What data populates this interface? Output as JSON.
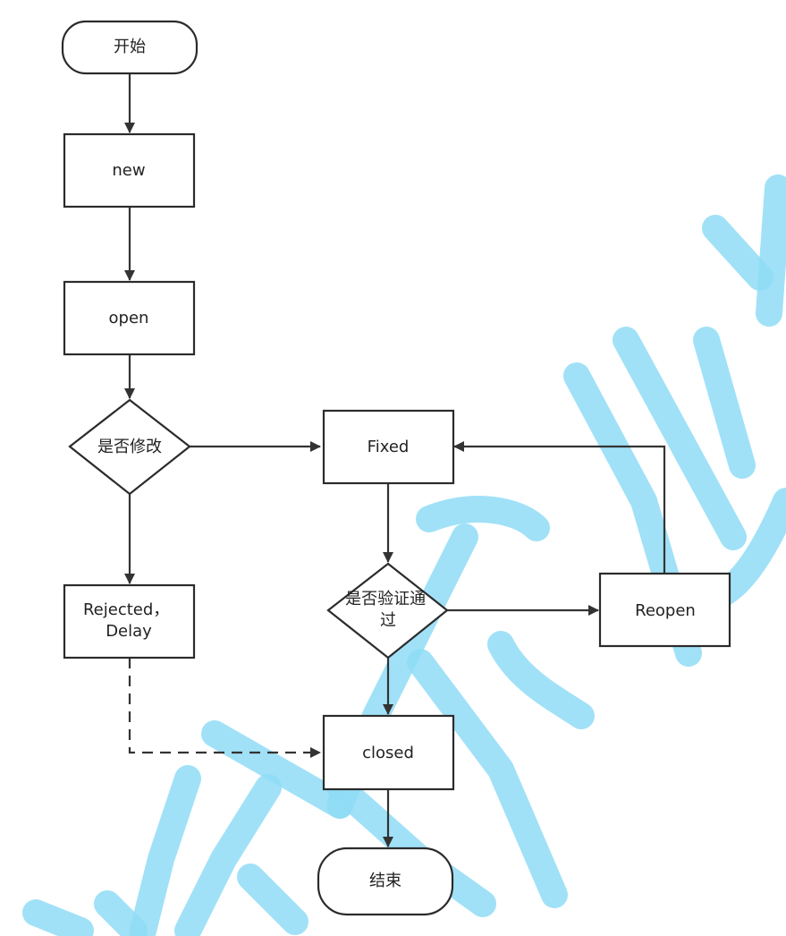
{
  "diagram": {
    "type": "flowchart",
    "colors": {
      "stroke": "#2b2b2b",
      "fill": "#ffffff",
      "text": "#222222",
      "watermark": "#8fdcf6"
    },
    "nodes": {
      "start": {
        "label": "开始",
        "shape": "terminal"
      },
      "new": {
        "label": "new",
        "shape": "process"
      },
      "open": {
        "label": "open",
        "shape": "process"
      },
      "decision_modify": {
        "label": "是否修改",
        "shape": "decision"
      },
      "fixed": {
        "label": "Fixed",
        "shape": "process"
      },
      "rejected": {
        "label_line1": "Rejected，",
        "label_line2": "Delay",
        "shape": "process"
      },
      "decision_verify": {
        "label_line1": "是否验证通",
        "label_line2": "过",
        "shape": "decision"
      },
      "reopen": {
        "label": "Reopen",
        "shape": "process"
      },
      "closed": {
        "label": "closed",
        "shape": "process"
      },
      "end": {
        "label": "结束",
        "shape": "terminal"
      }
    },
    "edges": [
      {
        "from": "start",
        "to": "new",
        "style": "solid"
      },
      {
        "from": "new",
        "to": "open",
        "style": "solid"
      },
      {
        "from": "open",
        "to": "decision_modify",
        "style": "solid"
      },
      {
        "from": "decision_modify",
        "to": "fixed",
        "style": "solid"
      },
      {
        "from": "decision_modify",
        "to": "rejected",
        "style": "solid"
      },
      {
        "from": "fixed",
        "to": "decision_verify",
        "style": "solid"
      },
      {
        "from": "decision_verify",
        "to": "reopen",
        "style": "solid"
      },
      {
        "from": "reopen",
        "to": "fixed",
        "style": "solid"
      },
      {
        "from": "decision_verify",
        "to": "closed",
        "style": "solid"
      },
      {
        "from": "rejected",
        "to": "closed",
        "style": "dashed"
      },
      {
        "from": "closed",
        "to": "end",
        "style": "solid"
      }
    ]
  }
}
